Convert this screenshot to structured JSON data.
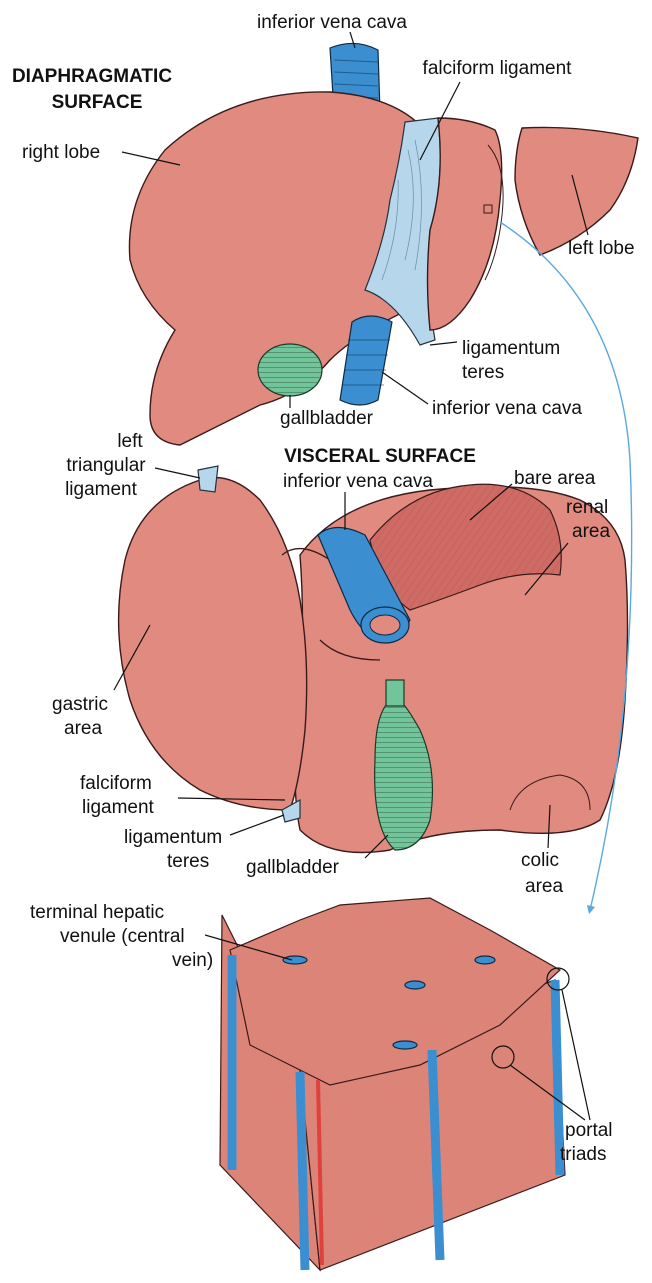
{
  "colors": {
    "liver": "#e08a80",
    "liver_dark": "#cf6b64",
    "liver_stroke": "#3a1a1a",
    "ligament": "#b6d6ec",
    "vessel": "#3b8fd0",
    "gallbladder": "#72c49a",
    "lobule": "#dd8478",
    "artery": "#e0413c",
    "arrow": "#5aa8e0"
  },
  "headings": {
    "diaphragmatic_line1": "DIAPHRAGMATIC",
    "diaphragmatic_line2": "SURFACE",
    "visceral": "VISCERAL SURFACE"
  },
  "labels": {
    "ivc_top": "inferior vena cava",
    "falciform_top": "falciform ligament",
    "right_lobe": "right lobe",
    "left_lobe": "left lobe",
    "lig_teres_top_1": "ligamentum",
    "lig_teres_top_2": "teres",
    "gallbladder_top": "gallbladder",
    "ivc_mid": "inferior vena cava",
    "left_tri_1": "left",
    "left_tri_2": "triangular",
    "left_tri_3": "ligament",
    "ivc_visceral": "inferior vena cava",
    "bare_area": "bare area",
    "renal_1": "renal",
    "renal_2": "area",
    "gastric_1": "gastric",
    "gastric_2": "area",
    "falciform_v_1": "falciform",
    "falciform_v_2": "ligament",
    "lig_teres_v_1": "ligamentum",
    "lig_teres_v_2": "teres",
    "gallbladder_v": "gallbladder",
    "colic_1": "colic",
    "colic_2": "area",
    "central_vein_1": "terminal hepatic",
    "central_vein_2": "venule (central",
    "central_vein_3": "vein)",
    "portal_1": "portal",
    "portal_2": "triads"
  }
}
